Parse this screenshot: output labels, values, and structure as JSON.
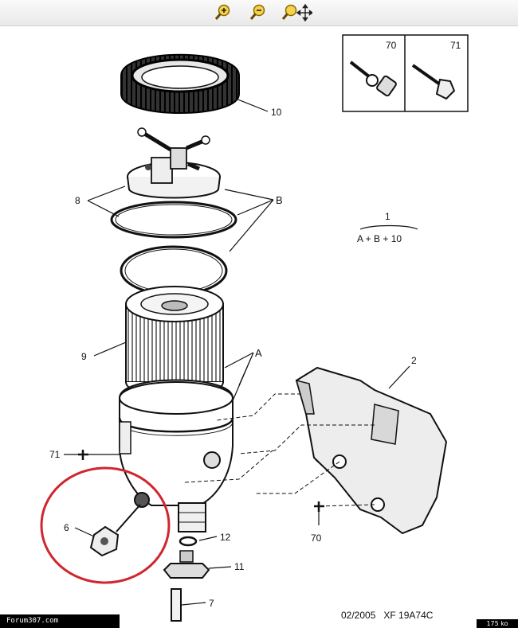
{
  "toolbar": {
    "icons": [
      "zoom-in-icon",
      "zoom-out-icon",
      "zoom-pan-icon"
    ]
  },
  "inset": {
    "left_label": "70",
    "right_label": "71"
  },
  "callouts": {
    "c10": "10",
    "c8": "8",
    "cB": "B",
    "c9": "9",
    "cA": "A",
    "c2": "2",
    "c71": "71",
    "c6": "6",
    "c12": "12",
    "c11": "11",
    "c7": "7",
    "c70": "70"
  },
  "kit": {
    "number": "1",
    "formula": "A + B + 10"
  },
  "footer": {
    "reference": "02/2005   XF 19A74C",
    "site": "Forum307.com",
    "size": "175 ko"
  },
  "colors": {
    "highlight_circle": "#d0262e"
  }
}
